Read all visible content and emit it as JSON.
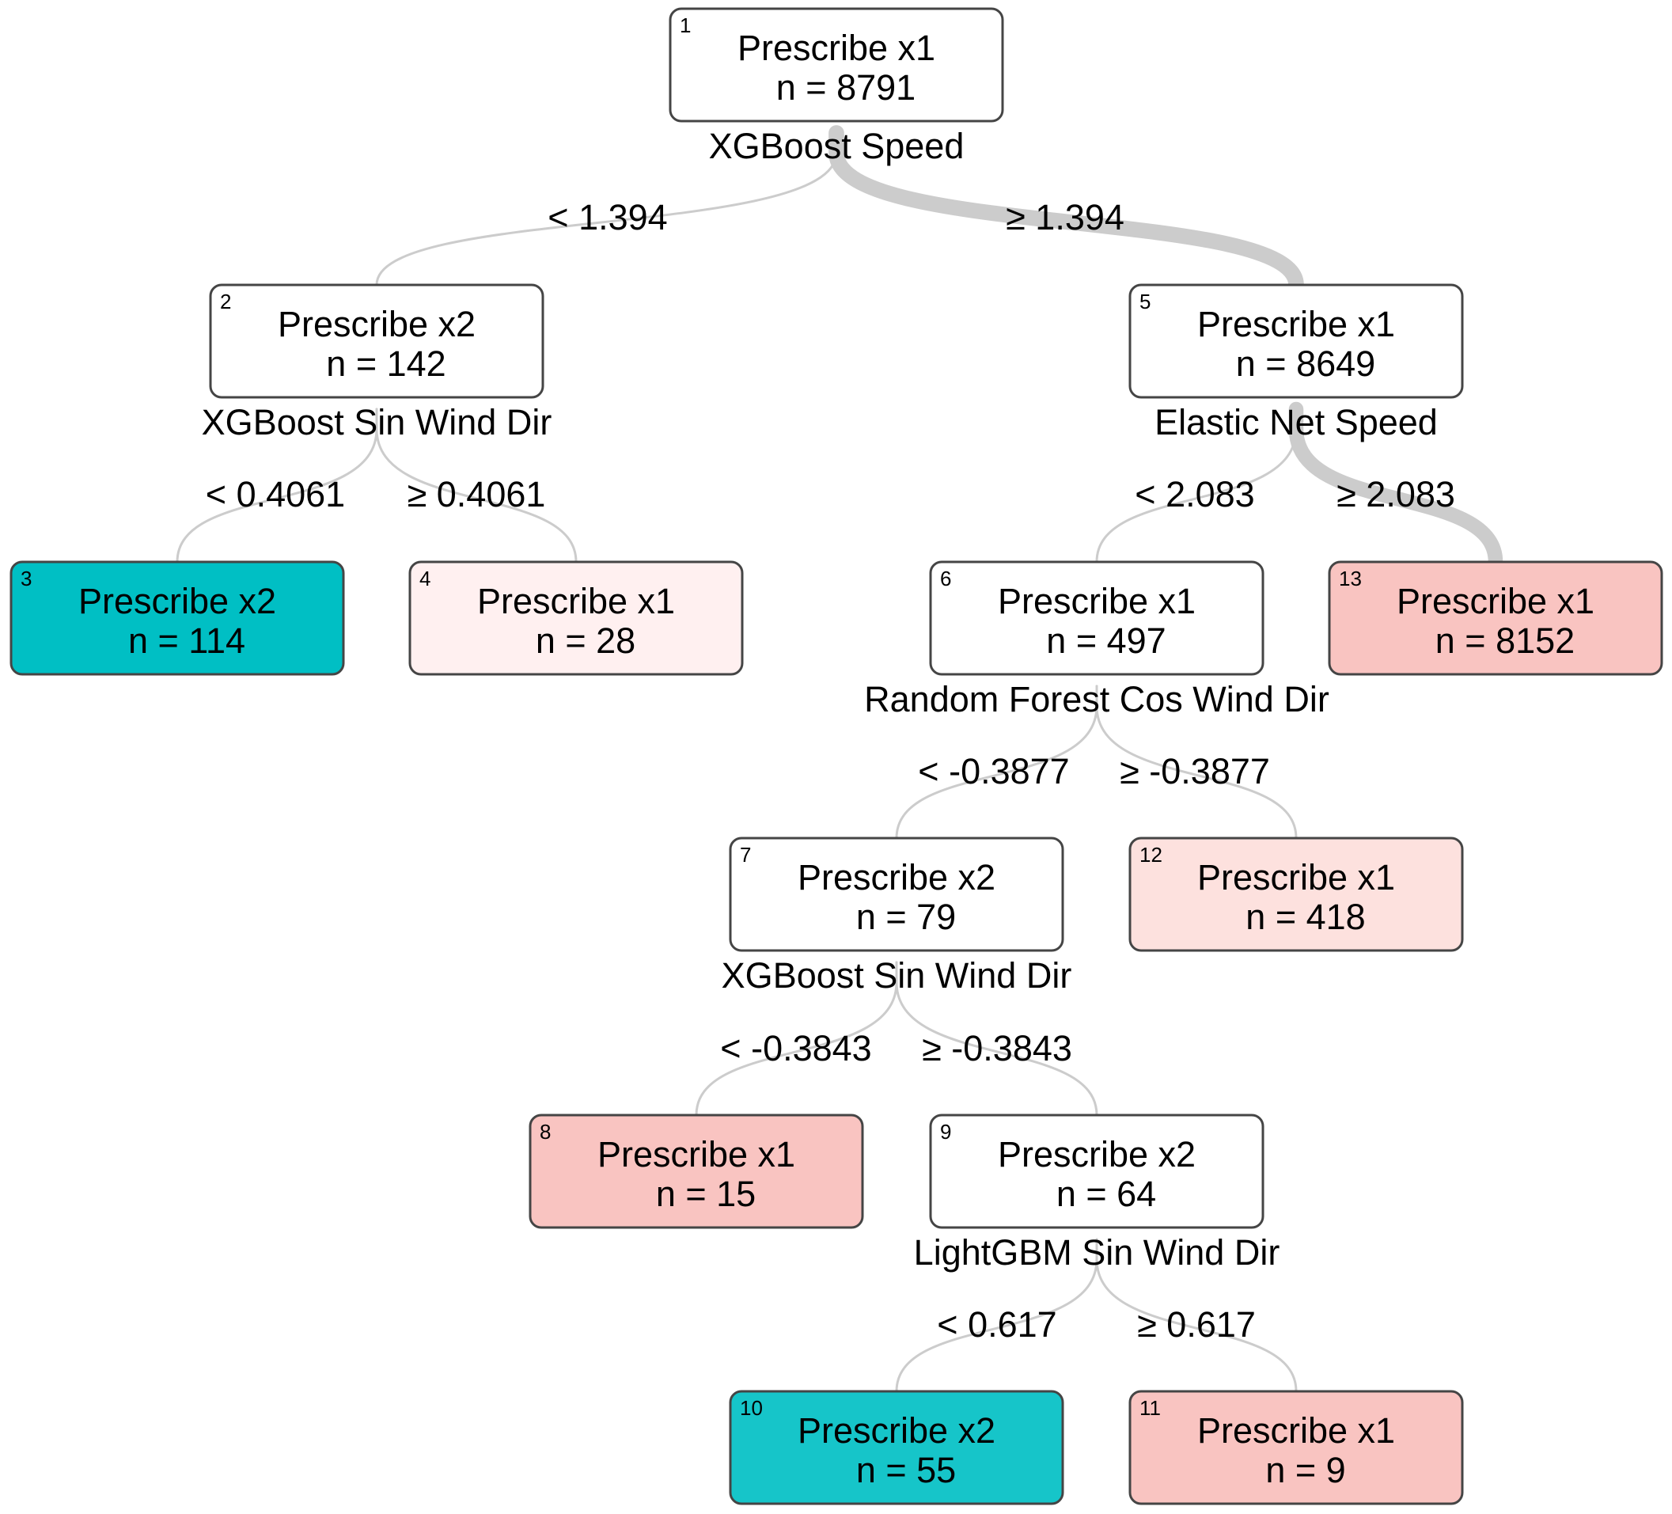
{
  "nodes": [
    {
      "id": "1",
      "prediction": "Prescribe x1",
      "count": "n = 8791",
      "fill": "#ffffff",
      "split": "XGBoost Speed"
    },
    {
      "id": "2",
      "prediction": "Prescribe x2",
      "count": "n = 142",
      "fill": "#ffffff",
      "split": "XGBoost Sin Wind Dir"
    },
    {
      "id": "3",
      "prediction": "Prescribe x2",
      "count": "n = 114",
      "fill": "#00bfc4",
      "split": ""
    },
    {
      "id": "4",
      "prediction": "Prescribe x1",
      "count": "n = 28",
      "fill": "#fff0f0",
      "split": ""
    },
    {
      "id": "5",
      "prediction": "Prescribe x1",
      "count": "n = 8649",
      "fill": "#ffffff",
      "split": "Elastic Net Speed"
    },
    {
      "id": "6",
      "prediction": "Prescribe x1",
      "count": "n = 497",
      "fill": "#ffffff",
      "split": "Random Forest Cos Wind Dir"
    },
    {
      "id": "7",
      "prediction": "Prescribe x2",
      "count": "n = 79",
      "fill": "#ffffff",
      "split": "XGBoost Sin Wind Dir"
    },
    {
      "id": "8",
      "prediction": "Prescribe x1",
      "count": "n = 15",
      "fill": "#f9c4c1",
      "split": ""
    },
    {
      "id": "9",
      "prediction": "Prescribe x2",
      "count": "n = 64",
      "fill": "#ffffff",
      "split": "LightGBM Sin Wind Dir"
    },
    {
      "id": "10",
      "prediction": "Prescribe x2",
      "count": "n = 55",
      "fill": "#16c5c9",
      "split": ""
    },
    {
      "id": "11",
      "prediction": "Prescribe x1",
      "count": "n = 9",
      "fill": "#f9c4c1",
      "split": ""
    },
    {
      "id": "12",
      "prediction": "Prescribe x1",
      "count": "n = 418",
      "fill": "#fde1de",
      "split": ""
    },
    {
      "id": "13",
      "prediction": "Prescribe x1",
      "count": "n = 8152",
      "fill": "#f9c4c1",
      "split": ""
    }
  ],
  "edges": [
    {
      "from": "1",
      "to": "2",
      "label": "< 1.394",
      "count": 142
    },
    {
      "from": "1",
      "to": "5",
      "label": "≥ 1.394",
      "count": 8649
    },
    {
      "from": "2",
      "to": "3",
      "label": "< 0.4061",
      "count": 114
    },
    {
      "from": "2",
      "to": "4",
      "label": "≥ 0.4061",
      "count": 28
    },
    {
      "from": "5",
      "to": "6",
      "label": "< 2.083",
      "count": 497
    },
    {
      "from": "5",
      "to": "13",
      "label": "≥ 2.083",
      "count": 8152
    },
    {
      "from": "6",
      "to": "7",
      "label": "< -0.3877",
      "count": 79
    },
    {
      "from": "6",
      "to": "12",
      "label": "≥ -0.3877",
      "count": 418
    },
    {
      "from": "7",
      "to": "8",
      "label": "< -0.3843",
      "count": 15
    },
    {
      "from": "7",
      "to": "9",
      "label": "≥ -0.3843",
      "count": 64
    },
    {
      "from": "9",
      "to": "10",
      "label": "< 0.617",
      "count": 55
    },
    {
      "from": "9",
      "to": "11",
      "label": "≥ 0.617",
      "count": 9
    }
  ],
  "colors": {
    "edge": "#cccccc",
    "node_border": "#454545",
    "class_x1": "#f8766d",
    "class_x2": "#00bfc4"
  }
}
